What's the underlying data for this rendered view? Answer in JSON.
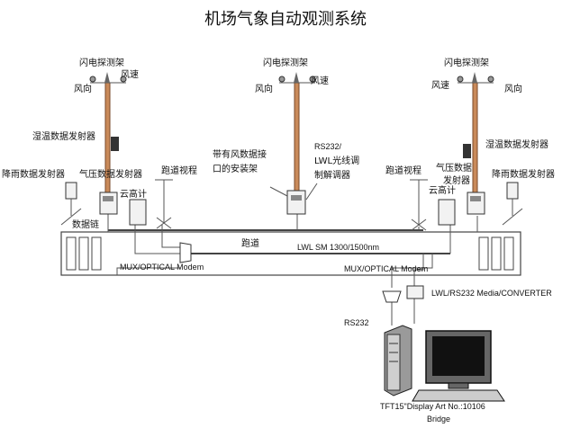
{
  "title": "机场气象自动观测系统",
  "labels": {
    "lightning_left": "闪电探测架",
    "lightning_mid": "闪电探测架",
    "lightning_right": "闪电探测架",
    "wind_dir_left": "风向",
    "wind_speed_left": "风速",
    "wind_dir_mid": "风向",
    "wind_speed_mid": "风速",
    "wind_speed_right": "风速",
    "wind_dir_right": "风向",
    "humidity_left": "湿温数据发射器",
    "humidity_right": "湿温数据发射器",
    "rain_left": "降雨数据发射器",
    "rain_right": "降雨数据发射器",
    "pressure_left": "气压数据发射器",
    "pressure_right_1": "气压数据",
    "pressure_right_2": "发射器",
    "ceilometer_left": "云高计",
    "ceilometer_right": "云高计",
    "rvr_left": "跑道视程",
    "rvr_right": "跑道视程",
    "mount_1": "带有风数据接",
    "mount_2": "口的安装架",
    "rs232_1": "RS232/",
    "rs232_2": "LWL光线调",
    "rs232_3": "制解调器",
    "data_link": "数据链",
    "runway": "跑道",
    "lwl_sm": "LWL SM 1300/1500nm",
    "mux_left": "MUX/OPTICAL Modem",
    "mux_right": "MUX/OPTICAL Modem",
    "converter": "LWL/RS232 Media/CONVERTER",
    "rs232_bottom": "RS232",
    "display_1": "TFT15\"Display Art No.:10106",
    "display_2": "Bridge"
  }
}
